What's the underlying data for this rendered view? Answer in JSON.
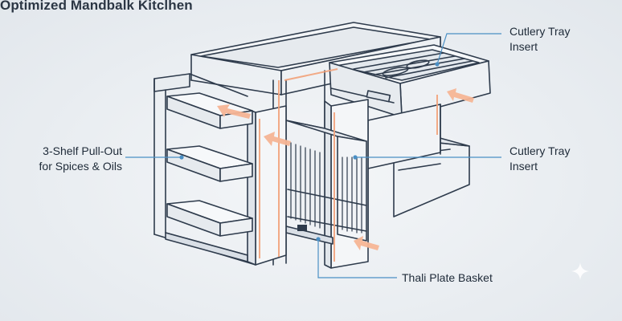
{
  "title": "Optimized Mandbalk Kitclhen",
  "callouts": {
    "top_right": {
      "line1": "Cutlery Tray",
      "line2": "Insert"
    },
    "mid_right": {
      "line1": "Cutlery Tray",
      "line2": "Insert"
    },
    "left": {
      "line1": "3-Shelf Pull-Out",
      "line2": "for Spices & Oils"
    },
    "bottom": {
      "line1": "Thali Plate Basket"
    }
  },
  "colors": {
    "outline": "#2e3b4c",
    "leader_line": "#4a8fc4",
    "accent_orange": "#f2a27a",
    "background": "#eceff3"
  },
  "icons": [
    "sparkle-icon"
  ]
}
